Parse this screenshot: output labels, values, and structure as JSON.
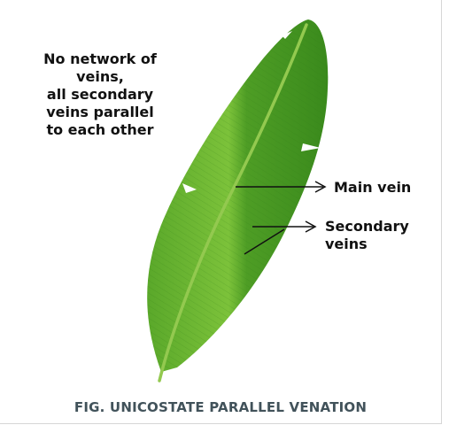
{
  "notes": {
    "lines": [
      "No network of",
      "veins,",
      "all secondary",
      "veins parallel",
      "to each other"
    ]
  },
  "labels": {
    "main_vein": "Main vein",
    "secondary_veins": [
      "Secondary",
      "veins"
    ]
  },
  "caption": "FIG. UNICOSTATE PARALLEL VENATION",
  "colors": {
    "leaf_light": "#7cc23a",
    "leaf_mid": "#4e9d25",
    "leaf_dark": "#2f7a18",
    "midrib": "#93c94f",
    "caption": "#41525a",
    "text": "#111111"
  }
}
